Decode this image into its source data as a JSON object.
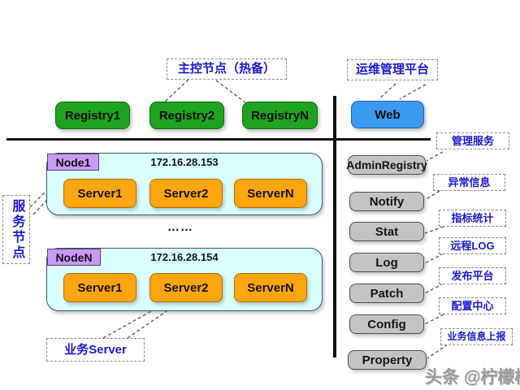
{
  "callouts": {
    "master_node": "主控节点（热备）",
    "ops_platform": "运维管理平台",
    "service_node": "服务节点",
    "business_server": "业务Server"
  },
  "registries": [
    "Registry1",
    "Registry2",
    "RegistryN"
  ],
  "web_label": "Web",
  "nodes": [
    {
      "name": "Node1",
      "ip": "172.16.28.153",
      "servers": [
        "Server1",
        "Server2",
        "ServerN"
      ]
    },
    {
      "name": "NodeN",
      "ip": "172.16.28.154",
      "servers": [
        "Server1",
        "Server2",
        "ServerN"
      ]
    }
  ],
  "ellipsis": "……",
  "services": [
    {
      "box": "AdminRegistry",
      "label": "管理服务"
    },
    {
      "box": "Notify",
      "label": "异常信息"
    },
    {
      "box": "Stat",
      "label": "指标统计"
    },
    {
      "box": "Log",
      "label": "远程LOG"
    },
    {
      "box": "Patch",
      "label": "发布平台"
    },
    {
      "box": "Config",
      "label": "配置中心"
    },
    {
      "box": "Property",
      "label": "业务信息上报"
    }
  ],
  "watermark": "头条 @柠檬橙",
  "colors": {
    "registry_green": "#1fa21f",
    "web_blue": "#3b99f0",
    "node_cyan": "#d9ffff",
    "server_orange": "#ffa50f",
    "node_label_purple": "#cb99fb",
    "service_gray": "#c3c3c3",
    "callout_text_blue": "#1a1acc"
  }
}
